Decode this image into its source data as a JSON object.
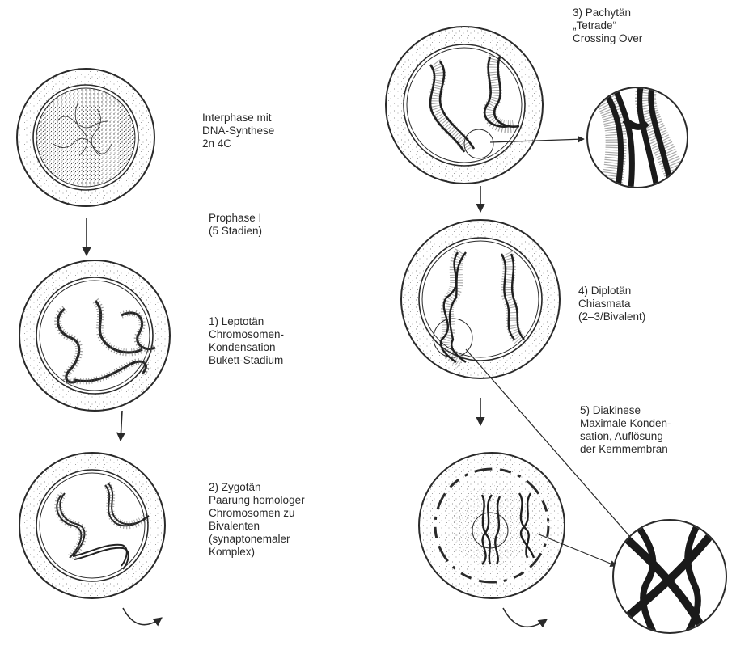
{
  "stages": {
    "interphase": {
      "lines": [
        "Interphase mit",
        "DNA-Synthese",
        "2n 4C"
      ]
    },
    "prophase": {
      "lines": [
        "Prophase I",
        "(5 Stadien)"
      ]
    },
    "leptotaen": {
      "lines": [
        "1)  Leptotän",
        "Chromosomen-",
        "Kondensation",
        "Bukett-Stadium"
      ]
    },
    "zygotaen": {
      "lines": [
        "2)  Zygotän",
        "Paarung homologer",
        "Chromosomen zu",
        "Bivalenten",
        "(synaptonemaler",
        "Komplex)"
      ]
    },
    "pachytaen": {
      "lines": [
        "3)  Pachytän",
        "„Tetrade“",
        "Crossing Over"
      ]
    },
    "diplotaen": {
      "lines": [
        "4)  Diplotän",
        "Chiasmata",
        "(2–3/Bivalent)"
      ]
    },
    "diakinese": {
      "lines": [
        "5)  Diakinese",
        "Maximale Konden-",
        "sation, Auflösung",
        "der Kernmembran"
      ]
    }
  },
  "colors": {
    "ink": "#2a2a2a",
    "stipple": "#6a6a6a",
    "chromosome": "#1f1f1f"
  }
}
